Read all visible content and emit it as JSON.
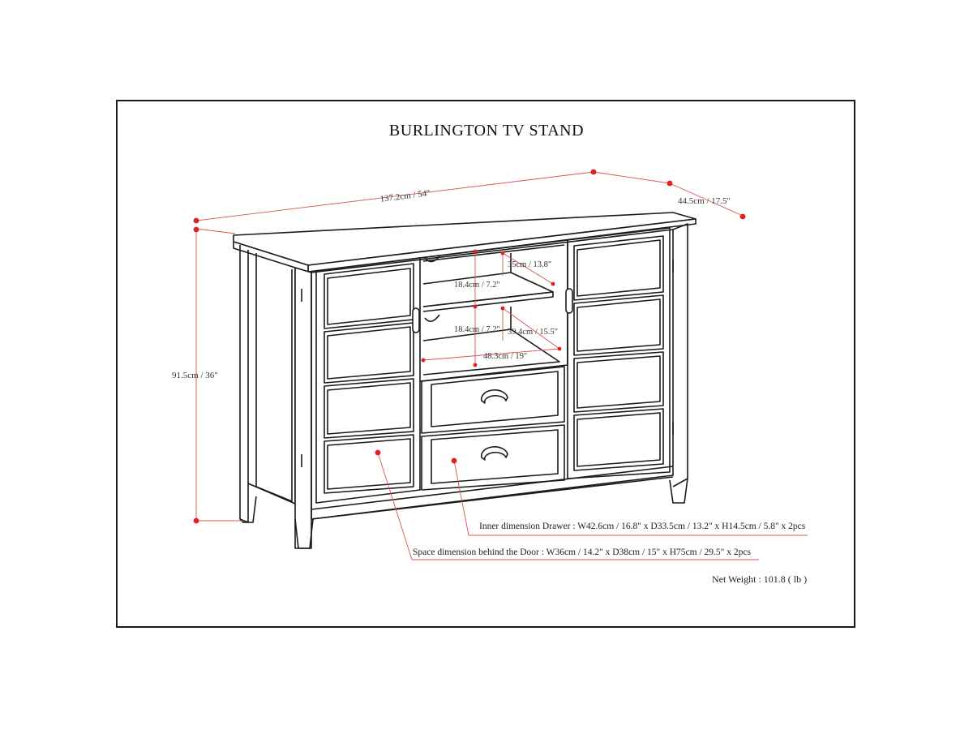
{
  "title": "BURLINGTON TV STAND",
  "dimensions": {
    "width": "137.2cm / 54\"",
    "depth": "44.5cm / 17.5\"",
    "height": "91.5cm / 36\"",
    "shelf_depth_top": "35cm / 13.8\"",
    "shelf_gap_upper": "18.4cm / 7.2\"",
    "shelf_gap_lower": "18.4cm / 7.2\"",
    "inner_depth": "39.4cm / 15.5\"",
    "inner_width": "48.3cm / 19\""
  },
  "notes": {
    "inner_drawer": "Inner dimension Drawer : W42.6cm / 16.8\" x D33.5cm / 13.2\" x H14.5cm / 5.8\" x 2pcs",
    "space_behind_door": "Space dimension behind the Door  : W36cm / 14.2\" x D38cm / 15\" x H75cm / 29.5\" x 2pcs",
    "net_weight": "Net Weight : 101.8  ( lb )"
  },
  "colors": {
    "line": "#1a1a1a",
    "dimension": "#d9534f",
    "dot": "#e02020"
  }
}
